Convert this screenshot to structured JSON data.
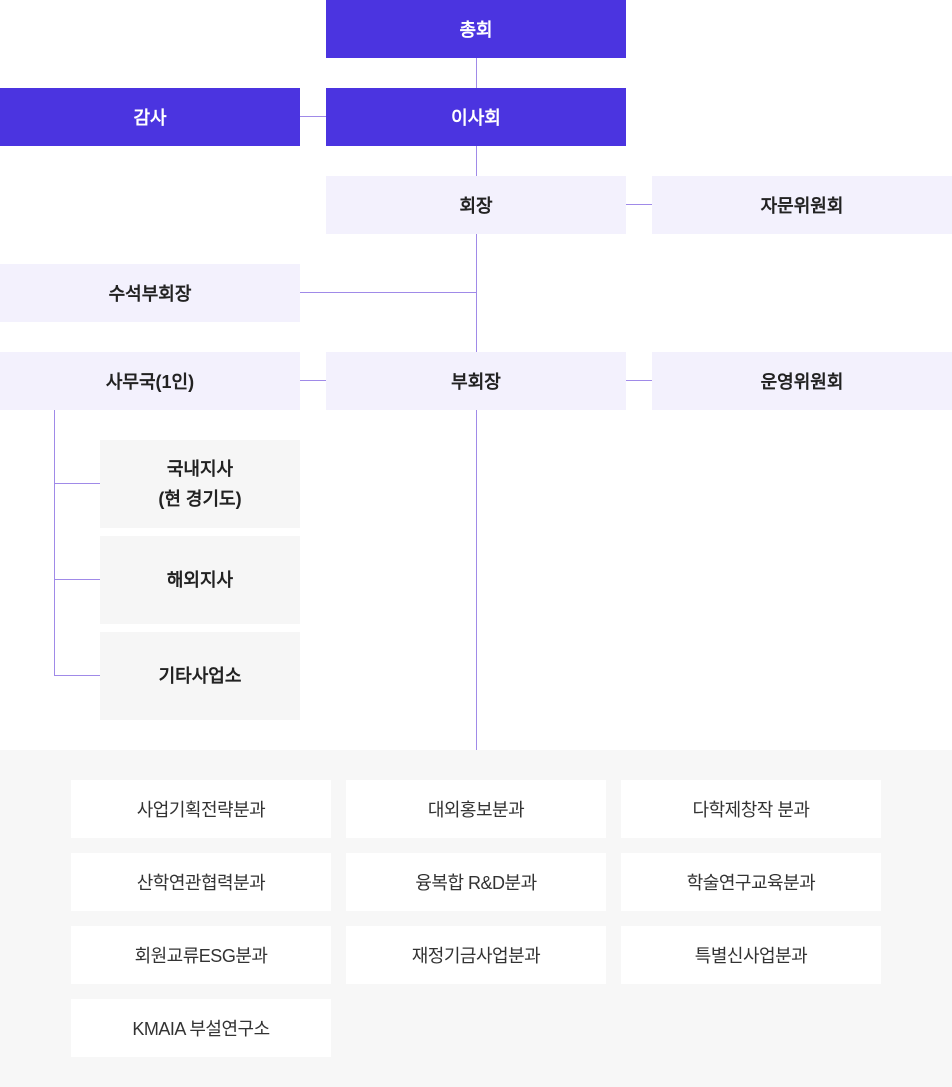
{
  "org": {
    "general_assembly": "총회",
    "auditor": "감사",
    "board": "이사회",
    "chairman": "회장",
    "advisory_committee": "자문위원회",
    "senior_vice_chairman": "수석부회장",
    "secretariat": "사무국(1인)",
    "vice_chairman": "부회장",
    "steering_committee": "운영위원회",
    "branches": [
      {
        "label": "국내지사\n(현 경기도)"
      },
      {
        "label": "해외지사"
      },
      {
        "label": "기타사업소"
      }
    ],
    "departments": [
      "사업기획전략분과",
      "대외홍보분과",
      "다학제창작 분과",
      "산학연관협력분과",
      "융복합 R&D분과",
      "학술연구교육분과",
      "회원교류ESG분과",
      "재정기금사업분과",
      "특별신사업분과",
      "KMAIA 부설연구소"
    ]
  },
  "colors": {
    "primary": "#4b34e0",
    "light": "#f3f1fd",
    "connector": "#a08ae8",
    "branch_bg": "#f6f6f6",
    "bottom_bg": "#f7f7f7"
  }
}
